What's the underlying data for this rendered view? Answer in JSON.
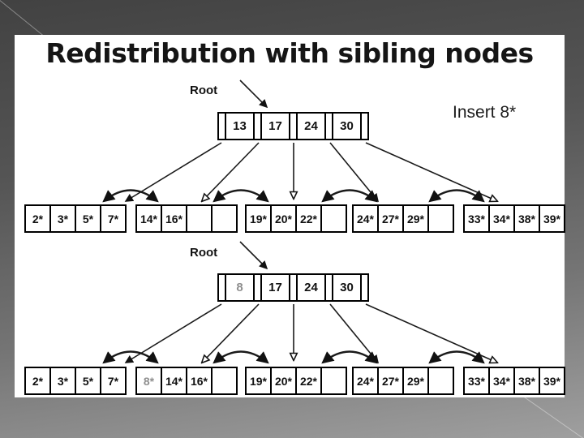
{
  "slide": {
    "title": "Redistribution with sibling nodes",
    "annotation": "Insert 8*"
  },
  "colors": {
    "ink": "#111111",
    "muted": "#8f8f8f",
    "slide_background": "#ffffff"
  },
  "trees": [
    {
      "root_label": "Root",
      "root_keys": [
        "13",
        "17",
        "24",
        "30"
      ],
      "leaves": [
        {
          "cells": [
            "2*",
            "3*",
            "5*",
            "7*"
          ]
        },
        {
          "cells": [
            "14*",
            "16*",
            "",
            ""
          ]
        },
        {
          "cells": [
            "19*",
            "20*",
            "22*",
            ""
          ]
        },
        {
          "cells": [
            "24*",
            "27*",
            "29*",
            ""
          ]
        },
        {
          "cells": [
            "33*",
            "34*",
            "38*",
            "39*"
          ]
        }
      ]
    },
    {
      "root_label": "Root",
      "root_keys": [
        "8",
        "17",
        "24",
        "30"
      ],
      "leaves": [
        {
          "cells": [
            "2*",
            "3*",
            "5*",
            "7*"
          ]
        },
        {
          "cells": [
            "8*",
            "14*",
            "16*",
            ""
          ]
        },
        {
          "cells": [
            "19*",
            "20*",
            "22*",
            ""
          ]
        },
        {
          "cells": [
            "24*",
            "27*",
            "29*",
            ""
          ]
        },
        {
          "cells": [
            "33*",
            "34*",
            "38*",
            "39*"
          ]
        }
      ]
    }
  ]
}
